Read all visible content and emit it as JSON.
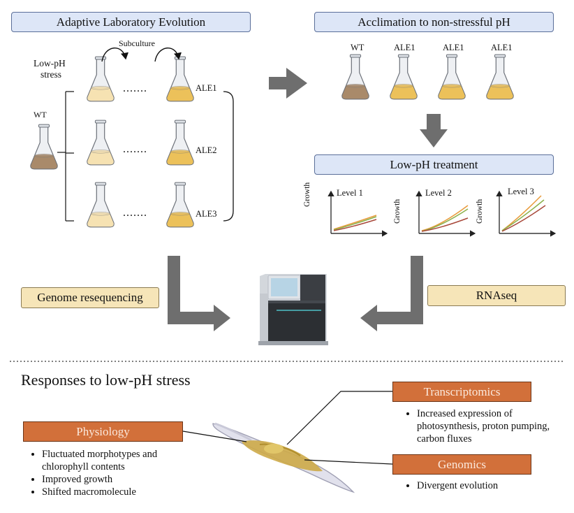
{
  "top_left": {
    "title": "Adaptive Laboratory Evolution",
    "subculture": "Subculture",
    "stress": [
      "Low-pH",
      "stress"
    ],
    "wt": "WT",
    "dots": ".......",
    "lines": [
      "ALE1",
      "ALE2",
      "ALE3"
    ]
  },
  "top_right": {
    "title": "Acclimation to non-stressful pH",
    "flask_labels": [
      "WT",
      "ALE1",
      "ALE1",
      "ALE1"
    ],
    "treatment_title": "Low-pH treatment",
    "ylabel": "Growth",
    "levels": [
      "Level 1",
      "Level 2",
      "Level 3"
    ]
  },
  "middle": {
    "genome": "Genome resequencing",
    "rnaseq": "RNAseq"
  },
  "bottom": {
    "title": "Responses to low-pH stress",
    "physiology": {
      "label": "Physiology",
      "items": [
        "Fluctuated morphotypes and chlorophyll contents",
        "Improved growth",
        "Shifted macromolecule"
      ]
    },
    "transcriptomics": {
      "label": "Transcriptomics",
      "items": [
        "Increased expression of photosynthesis, proton pumping, carbon fluxes"
      ]
    },
    "genomics": {
      "label": "Genomics",
      "items": [
        "Divergent evolution"
      ]
    }
  },
  "colors": {
    "wt_medium": "#a98a6a",
    "ale_medium": "#ecc15a",
    "early_medium": "#f6e2b2",
    "arrow": "#6e6e6e",
    "line_green": "#8ab04a",
    "line_orange": "#e89a3a",
    "line_red": "#a8483a"
  }
}
